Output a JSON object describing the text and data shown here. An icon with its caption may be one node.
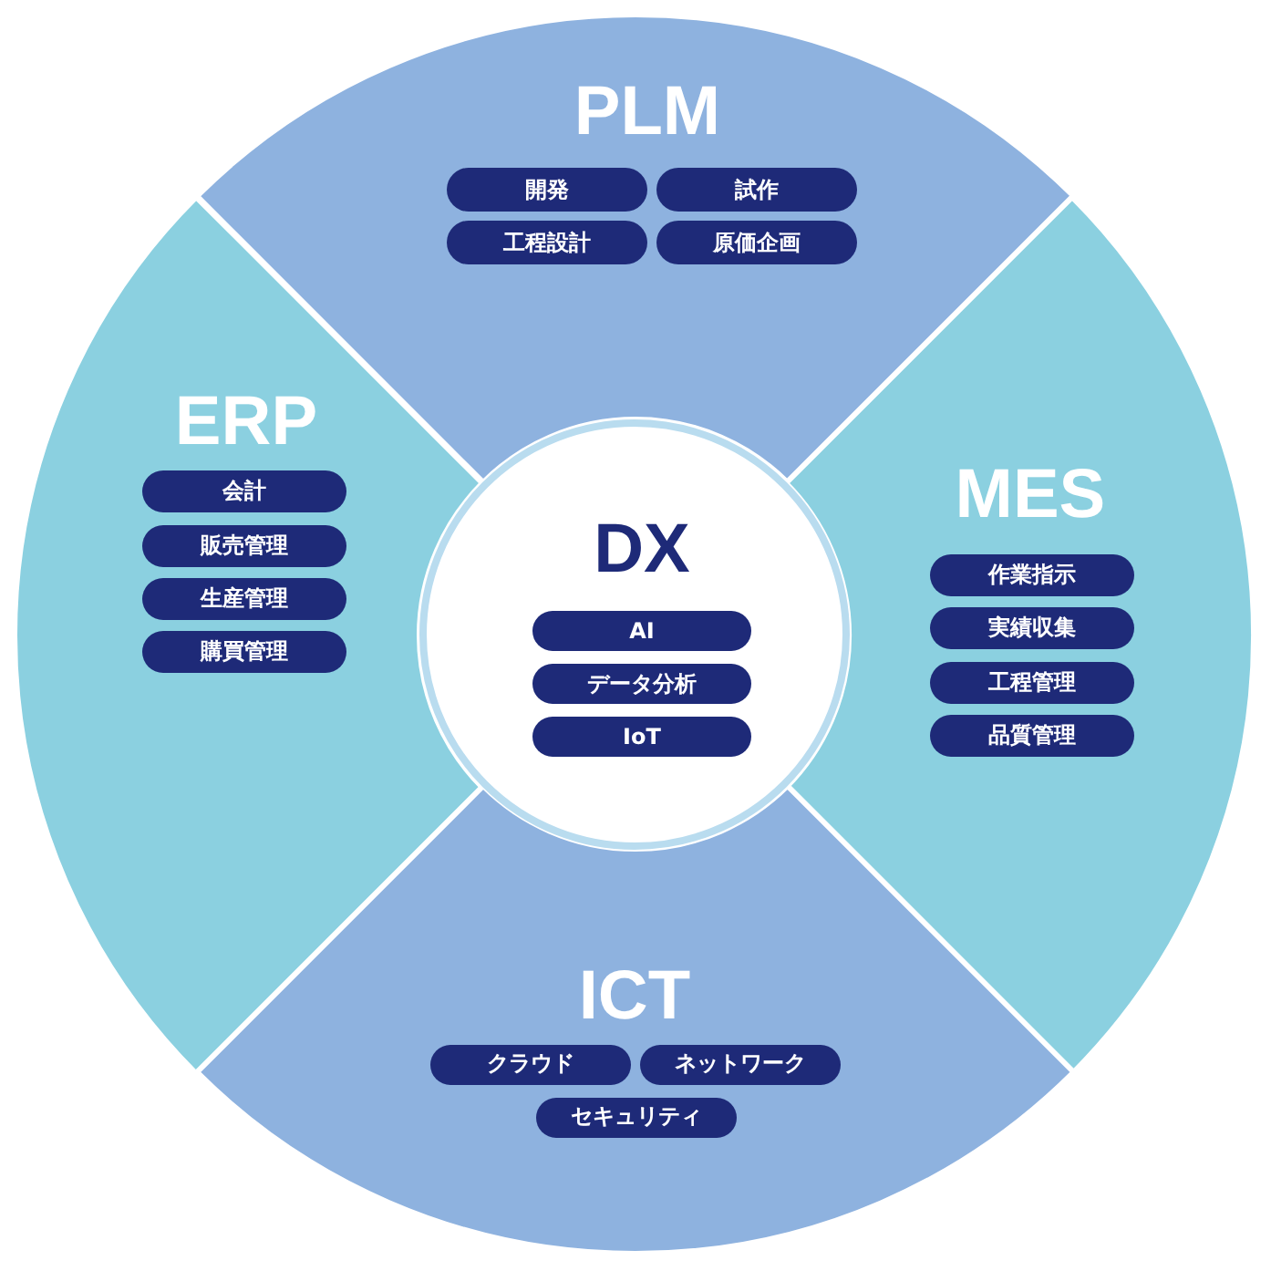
{
  "diagram": {
    "nodes": [
      {
        "text": [
          "PLM"
        ]
      },
      {
        "text": [
          "開発"
        ],
        "in": 0
      },
      {
        "text": [
          "試作"
        ],
        "in": 0
      },
      {
        "text": [
          "工程設計"
        ],
        "in": 0
      },
      {
        "text": [
          "原価企画"
        ],
        "in": 0
      },
      {
        "text": [
          "ERP"
        ]
      },
      {
        "text": [
          "会計"
        ],
        "in": 5
      },
      {
        "text": [
          "販売管理"
        ],
        "in": 5
      },
      {
        "text": [
          "生産管理"
        ],
        "in": 5
      },
      {
        "text": [
          "購買管理"
        ],
        "in": 5
      },
      {
        "text": [
          "DX"
        ]
      },
      {
        "text": [
          "AI"
        ],
        "in": 10
      },
      {
        "text": [
          "データ分析"
        ],
        "in": 10
      },
      {
        "text": [
          "IoT"
        ],
        "in": 10
      },
      {
        "text": [
          "MES"
        ]
      },
      {
        "text": [
          "作業指示"
        ],
        "in": 14
      },
      {
        "text": [
          "実績収集"
        ],
        "in": 14
      },
      {
        "text": [
          "工程管理"
        ],
        "in": 14
      },
      {
        "text": [
          "品質管理"
        ],
        "in": 14
      },
      {
        "text": [
          "ICT"
        ]
      },
      {
        "text": [
          "クラウド"
        ],
        "in": 19
      },
      {
        "text": [
          "ネットワーク"
        ],
        "in": 19
      },
      {
        "text": [
          "セキュリティ"
        ],
        "in": 19
      }
    ]
  }
}
